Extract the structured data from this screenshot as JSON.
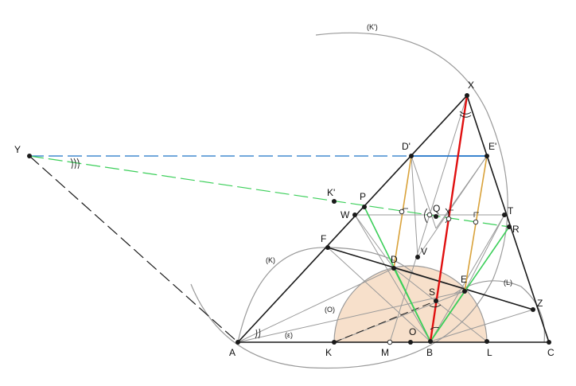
{
  "colors": {
    "black": "#1a1a1a",
    "gray": "#9a9a9a",
    "green": "#3ccf5a",
    "red": "#e01010",
    "blue": "#1f73c8",
    "orange": "#d9a23a",
    "fill": "#f7e0cb"
  },
  "points": {
    "A": "A",
    "B": "B",
    "C": "C",
    "K": "K",
    "L": "L",
    "M": "M",
    "O": "O",
    "D": "D",
    "E": "E",
    "F": "F",
    "P": "P",
    "W": "W",
    "Q": "Q",
    "T": "T",
    "R": "R",
    "V": "V",
    "S": "S",
    "Z": "Z",
    "X": "X",
    "Y": "Y",
    "Dp": "D'",
    "Ep": "E'",
    "Kp": "K'"
  },
  "circle_labels": {
    "k": "(K)",
    "kp": "(K')",
    "l": "(L)",
    "o": "(O)",
    "eps": "(ε)"
  }
}
